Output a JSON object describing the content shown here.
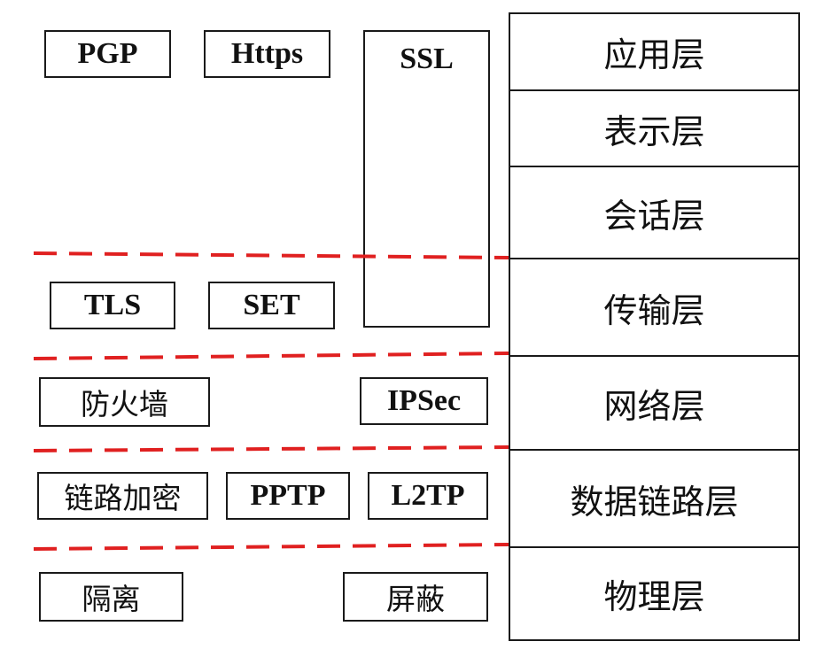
{
  "protocols": {
    "pgp": "PGP",
    "https": "Https",
    "ssl": "SSL",
    "tls": "TLS",
    "set": "SET",
    "firewall": "防火墙",
    "ipsec": "IPSec",
    "link_encryption": "链路加密",
    "pptp": "PPTP",
    "l2tp": "L2TP",
    "isolation": "隔离",
    "shielding": "屏蔽"
  },
  "layers": [
    "应用层",
    "表示层",
    "会话层",
    "传输层",
    "网络层",
    "数据链路层",
    "物理层"
  ],
  "colors": {
    "divider": "#e02020",
    "border": "#1a1a1a"
  }
}
